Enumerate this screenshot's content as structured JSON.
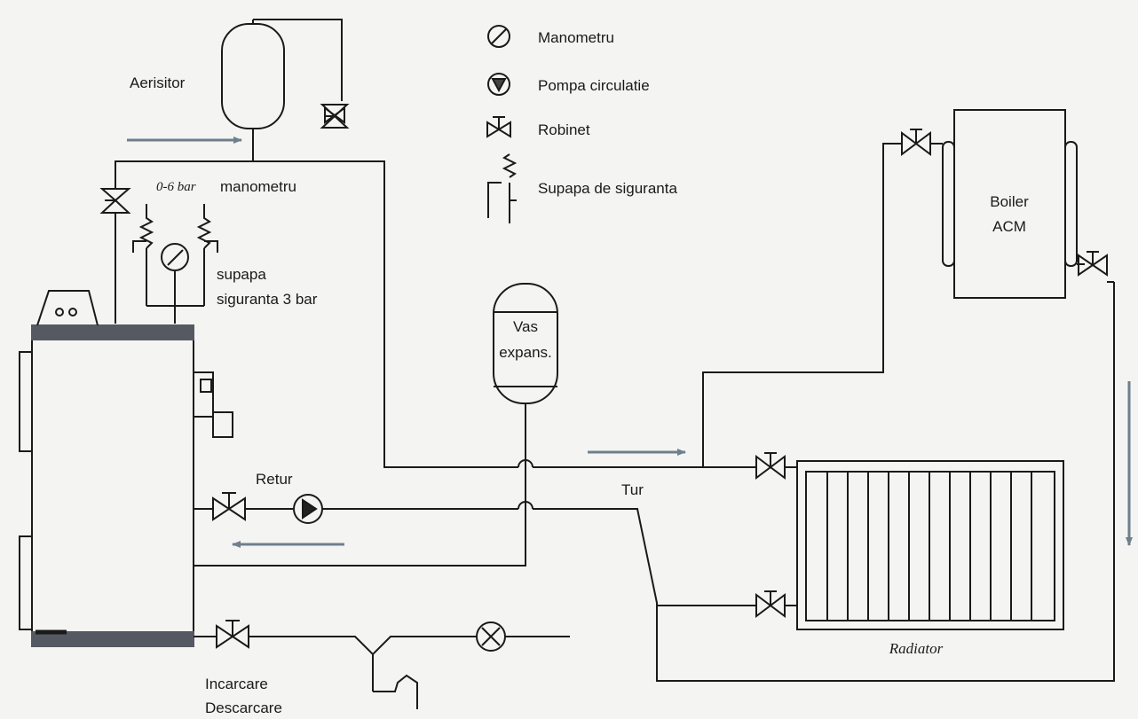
{
  "legend": {
    "manometru": "Manometru",
    "pompa": "Pompa circulatie",
    "robinet": "Robinet",
    "supapa": "Supapa de siguranta"
  },
  "labels": {
    "aerisitor": "Aerisitor",
    "bar_range": "0-6 bar",
    "manometru": "manometru",
    "supapa_line1": "supapa",
    "supapa_line2": "siguranta 3 bar",
    "vas_line1": "Vas",
    "vas_line2": "expans.",
    "boiler_line1": "Boiler",
    "boiler_line2": "ACM",
    "retur": "Retur",
    "tur": "Tur",
    "radiator": "Radiator",
    "incarcare": "Incarcare",
    "descarcare": "Descarcare"
  },
  "colors": {
    "line": "#1a1a1a",
    "arrow": "#6e7f8e",
    "boiler_band": "#555a62",
    "background": "#f4f4f2"
  },
  "icons": [
    "manometer-icon",
    "circulation-pump-icon",
    "valve-icon",
    "safety-valve-icon",
    "flow-arrow-icon"
  ]
}
